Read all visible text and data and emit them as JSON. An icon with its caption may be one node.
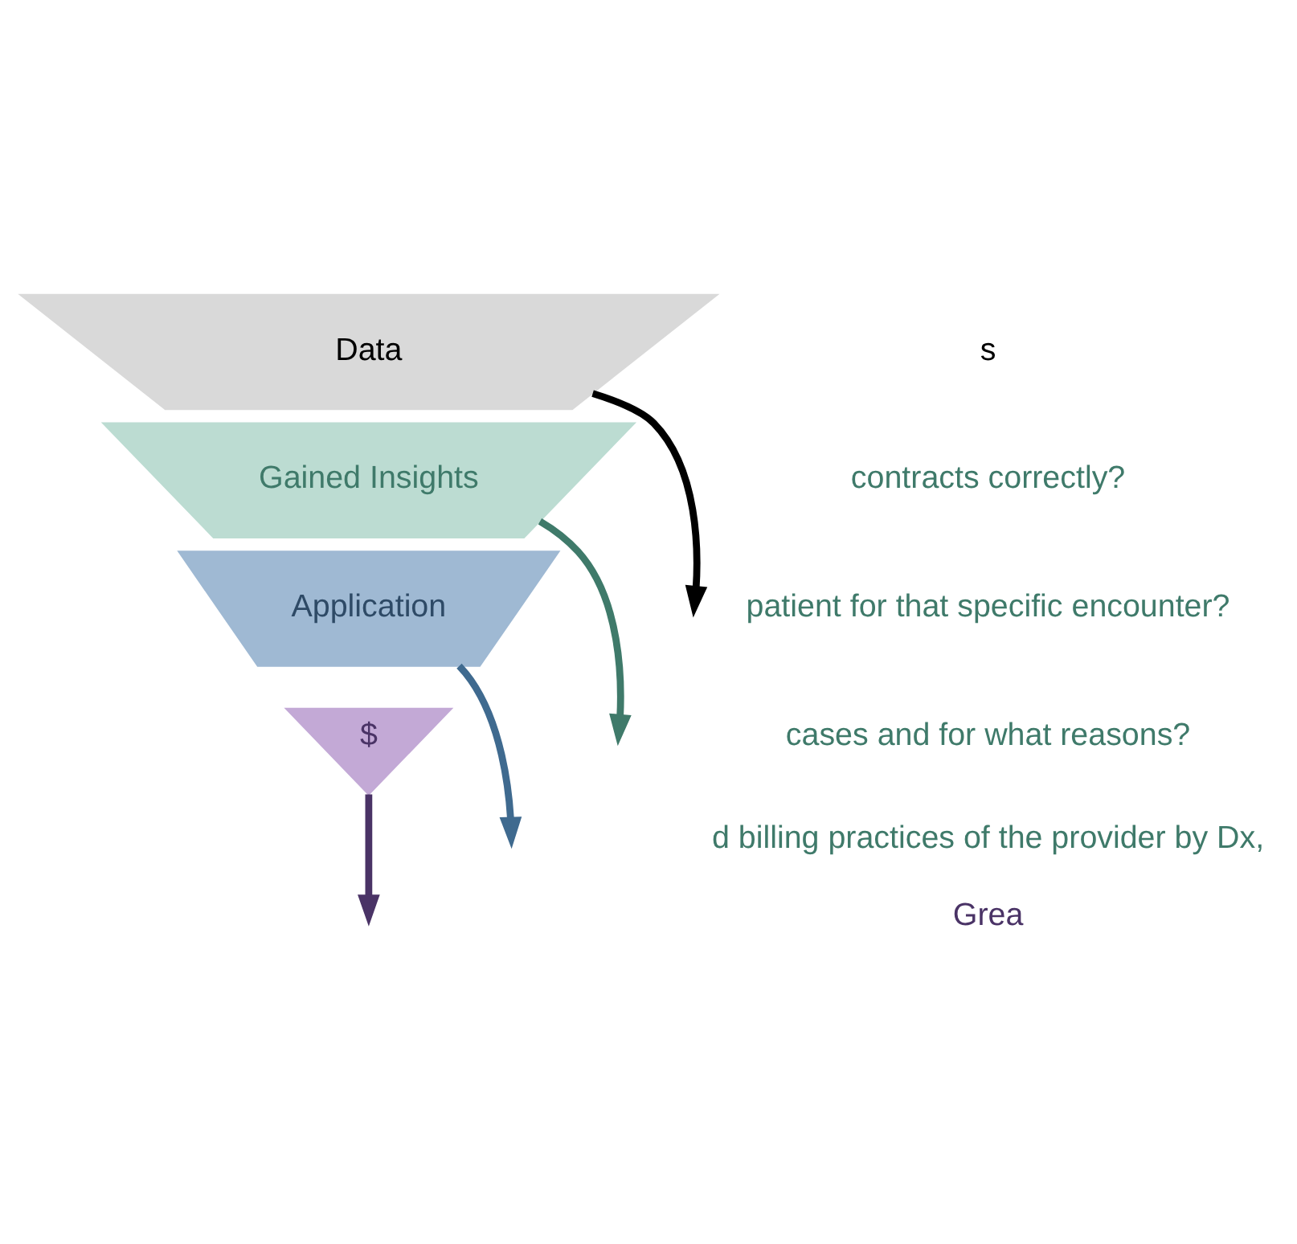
{
  "diagram": {
    "nodes": [
      {
        "text": [
          "Data"
        ]
      },
      {
        "text": [
          "Gained Insights"
        ]
      },
      {
        "text": [
          "Application"
        ]
      },
      {
        "text": [
          "$"
        ]
      }
    ],
    "edges": [
      {
        "from": 0,
        "to": null,
        "arrow": "to",
        "color": "#000000"
      },
      {
        "from": 1,
        "to": null,
        "arrow": "to",
        "color": "#3f7a6a"
      },
      {
        "from": 2,
        "to": null,
        "arrow": "to",
        "color": "#3f6a8f"
      },
      {
        "from": 3,
        "to": null,
        "arrow": "to",
        "color": "#4a3366"
      }
    ],
    "labels": [
      "s",
      "contracts correctly?",
      "patient for that specific encounter?",
      "cases and for what reasons?",
      "d billing practices of the provider by Dx,",
      "Grea"
    ]
  }
}
